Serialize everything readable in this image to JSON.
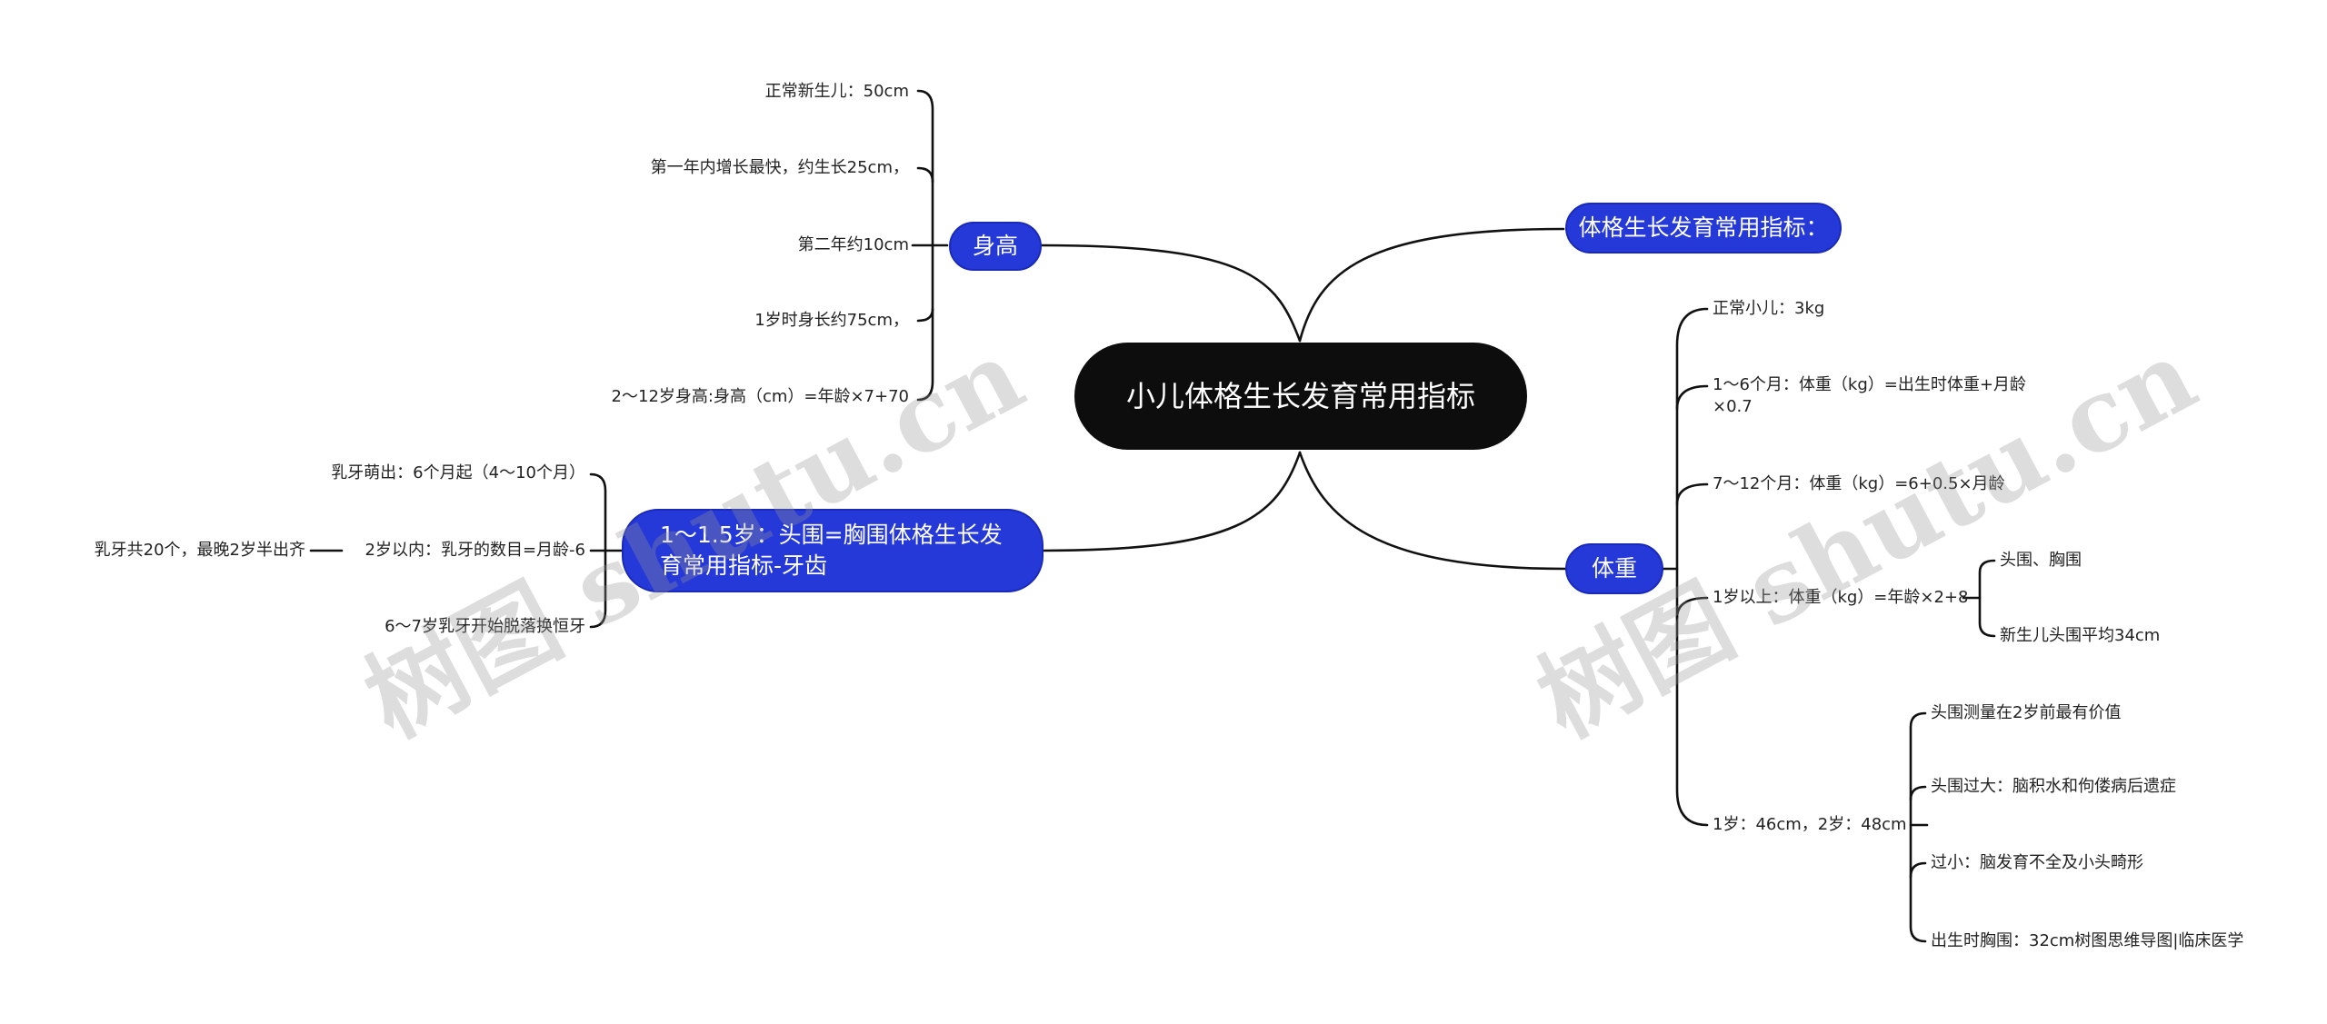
{
  "root": {
    "title": "小儿体格生长发育常用指标"
  },
  "branches": {
    "indicators": {
      "label": "体格生长发育常用指标："
    },
    "height": {
      "label": "身高",
      "items": [
        "正常新生儿：50cm",
        "第一年内增长最快，约生长25cm，",
        "第二年约10cm",
        "1岁时身长约75cm，",
        "2～12岁身高:身高（cm）=年龄×7+70"
      ]
    },
    "teeth": {
      "label": "1～1.5岁：头围=胸围体格生长发育常用指标-牙齿",
      "items": [
        "乳牙萌出：6个月起（4～10个月）",
        "2岁以内：乳牙的数目=月龄-6",
        "6～7岁乳牙开始脱落换恒牙"
      ],
      "sub": "乳牙共20个，最晚2岁半出齐"
    },
    "weight": {
      "label": "体重",
      "items": [
        "正常小儿：3kg",
        "1～6个月：体重（kg）=出生时体重+月龄×0.7",
        "7～12个月：体重（kg）=6+0.5×月龄",
        "1岁以上：体重（kg）=年龄×2+8",
        "1岁：46cm，2岁：48cm"
      ],
      "above1_children": [
        "头围、胸围",
        "新生儿头围平均34cm"
      ],
      "head_children": [
        "头围测量在2岁前最有价值",
        "头围过大：脑积水和佝偻病后遗症",
        "过小：脑发育不全及小头畸形",
        "出生时胸围：32cm树图思维导图|临床医学"
      ]
    }
  },
  "watermarks": [
    "树图 shutu.cn",
    "树图 shutu.cn"
  ]
}
